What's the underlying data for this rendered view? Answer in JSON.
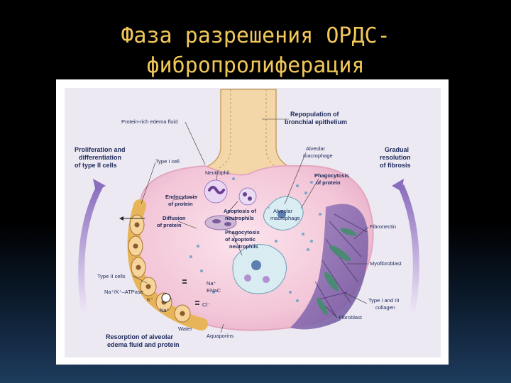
{
  "slide": {
    "title_line1": "Фаза разрешения ОРДС-",
    "title_line2": "фибропролиферация"
  },
  "figure": {
    "labels": {
      "edema_fluid": "Protein-rich edema fluid",
      "repopulation_1": "Repopulation of",
      "repopulation_2": "bronchial epithelium",
      "proliferation_1": "Proliferation and",
      "proliferation_2": "differentiation",
      "proliferation_3": "of type II cells",
      "type_i_cell": "Type I cell",
      "alv_mac_top_1": "Alveolar",
      "alv_mac_top_2": "macrophage",
      "gradual_1": "Gradual",
      "gradual_2": "resolution",
      "gradual_3": "of fibrosis",
      "neutrophil": "Neutrophil",
      "phago_protein_1": "Phagocytosis",
      "phago_protein_2": "of protein",
      "endocytosis_1": "Endocytosis",
      "endocytosis_2": "of protein",
      "apoptosis_1": "Apoptosis of",
      "apoptosis_2": "neutrophils",
      "alv_mac_mid_1": "Alveolar",
      "alv_mac_mid_2": "macrophage",
      "diffusion_1": "Diffusion",
      "diffusion_2": "of protein",
      "phago_apop_1": "Phagocytosis",
      "phago_apop_2": "of apoptotic",
      "phago_apop_3": "neutrophils",
      "fibronectin": "Fibronectin",
      "myofibroblast": "Myofibroblast",
      "type_ii_cells": "Type II cells",
      "na_plus": "Na⁺",
      "enac": "ENaC",
      "atpase": "Na⁺/K⁺–ATPase",
      "k_plus": "K⁺",
      "cl_minus": "Cl⁻",
      "na_plus_2": "Na⁺",
      "collagen_1": "Type I and III",
      "collagen_2": "collagen",
      "fibroblast": "Fibroblast",
      "water": "Water",
      "aquaporins": "Aquaporins",
      "resorption_1": "Resorption of alveolar",
      "resorption_2": "edema fluid and protein"
    }
  }
}
